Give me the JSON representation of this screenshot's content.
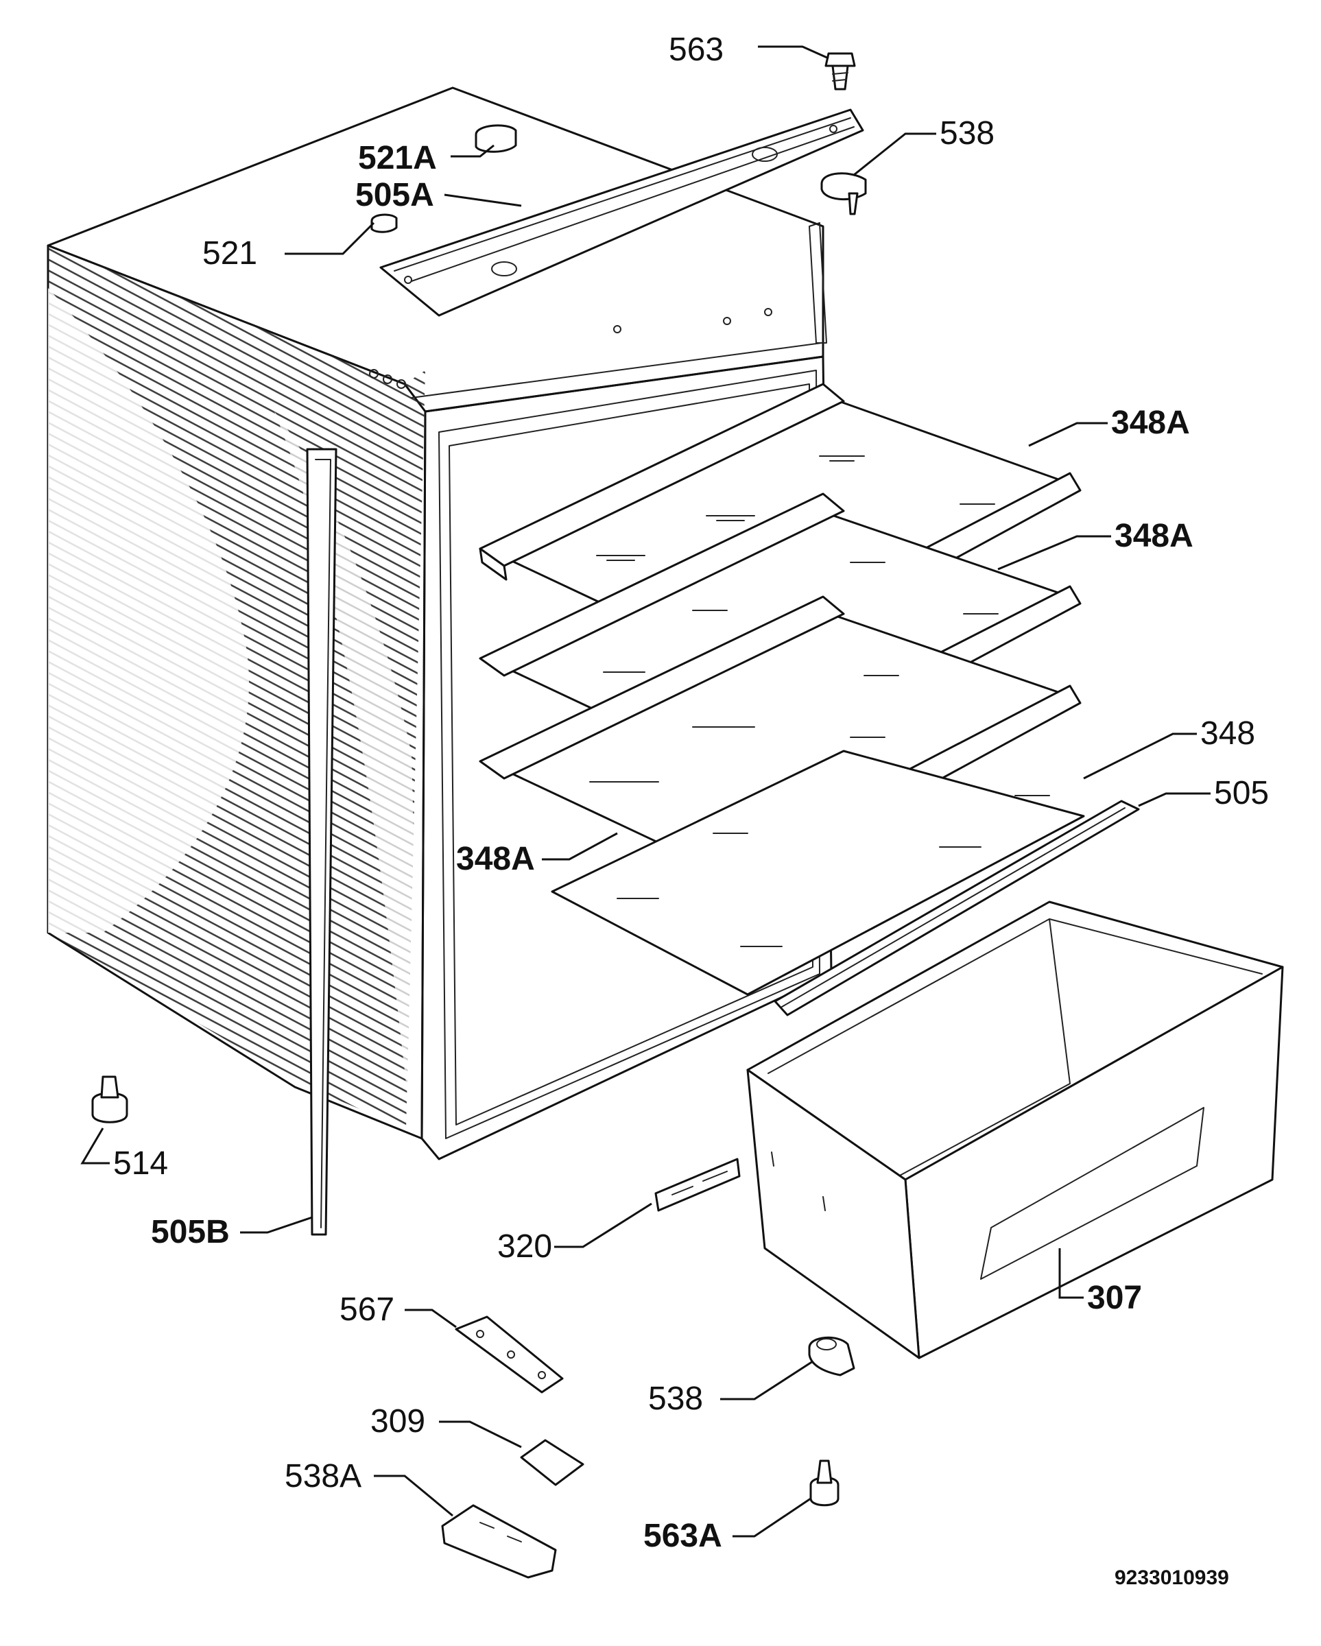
{
  "labels": {
    "l563": "563",
    "l538_top": "538",
    "l521A": "521A",
    "l505A": "505A",
    "l521": "521",
    "l348A_1": "348A",
    "l348A_2": "348A",
    "l348": "348",
    "l505": "505",
    "l348A_3": "348A",
    "l514": "514",
    "l505B": "505B",
    "l320": "320",
    "l307": "307",
    "l567": "567",
    "l538_bottom": "538",
    "l309": "309",
    "l538A": "538A",
    "l563A": "563A"
  },
  "diagram_code": "9233010939"
}
